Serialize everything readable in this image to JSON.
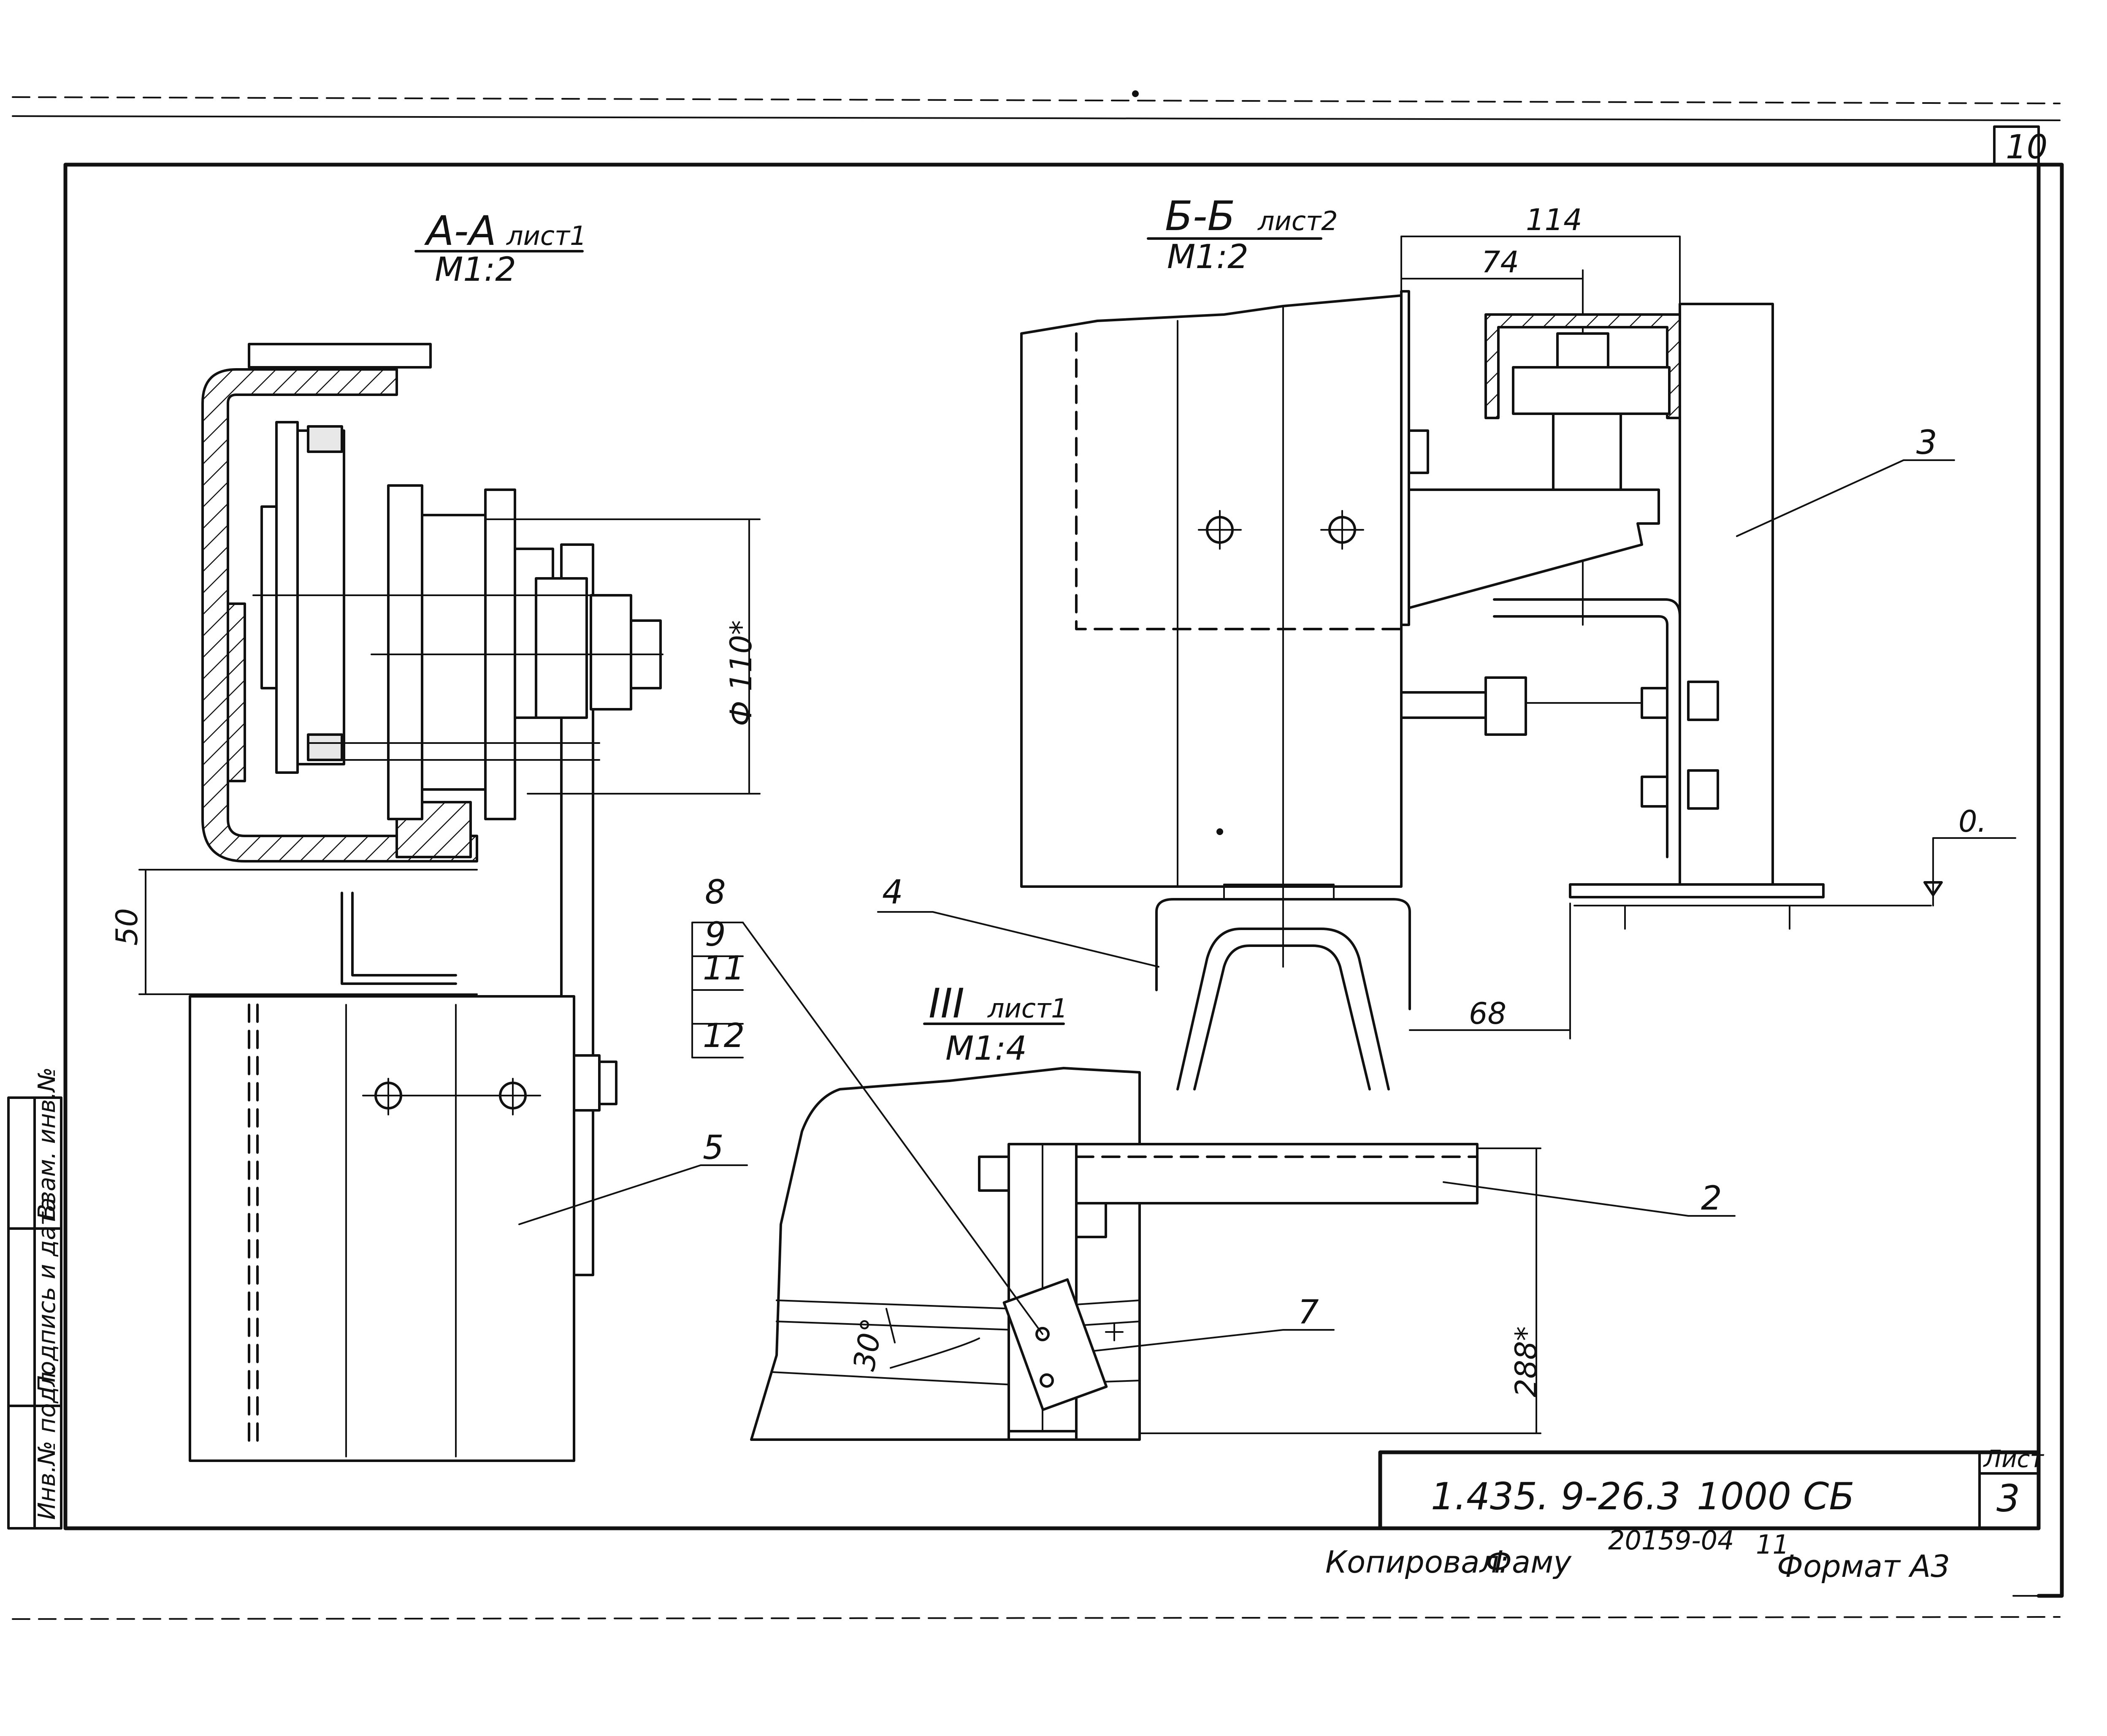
{
  "sheet": {
    "page_number": "10",
    "code": "1.435. 9-26.3",
    "drawing_no": "1000 СБ",
    "sheet_label": "Лист",
    "sheet_no": "3",
    "copied_label": "Копировал:",
    "copied_signature": "Фаму",
    "order_no": "20159-04",
    "order_suffix": "11",
    "format": "Формат А3"
  },
  "side_stamp": [
    "Инв.№ подл.",
    "Подпись и дата",
    "Взам. инв.№"
  ],
  "views": {
    "aa": {
      "title": "А-А",
      "ref": "лист1",
      "scale": "М1:2"
    },
    "bb": {
      "title": "Б-Б",
      "ref": "лист2",
      "scale": "М1:2"
    },
    "iii": {
      "title": "III",
      "ref": "лист1",
      "scale": "М1:4"
    }
  },
  "dimensions": {
    "d110": "Ф 110*",
    "d50": "50",
    "d114": "114",
    "d74": "74",
    "d68": "68",
    "d288": "288*",
    "angle30": "30°",
    "level0": "0."
  },
  "callouts": [
    "2",
    "3",
    "4",
    "5",
    "7",
    "8",
    "9",
    "11",
    "12"
  ]
}
